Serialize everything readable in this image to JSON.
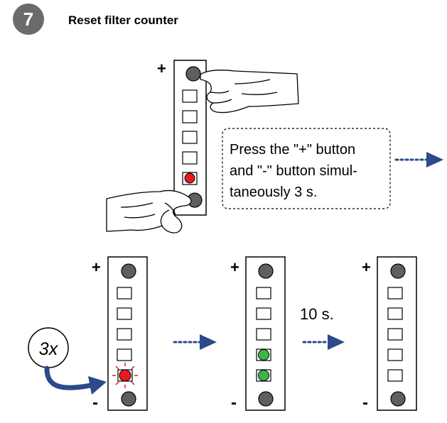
{
  "step": {
    "number": "7",
    "title": "Reset filter counter",
    "badge_color": "#6b6b6b"
  },
  "panel": {
    "plus_label": "+",
    "minus_label": "-",
    "button_color": "#5f5f5f",
    "led_off": "empty-square"
  },
  "instruction": {
    "lines": [
      "Press the \"+\" button",
      "and \"-\" button simul-",
      "taneously 3 s."
    ]
  },
  "sequence": {
    "repeat_label": "3x",
    "delay_label": "10 s.",
    "arrow_color": "#2b4a8b",
    "led_red": "#e8191f",
    "led_green": "#3cb54a"
  },
  "icons": [
    "hand-icon",
    "arrow-right-icon",
    "curved-arrow-icon",
    "blink-icon"
  ]
}
